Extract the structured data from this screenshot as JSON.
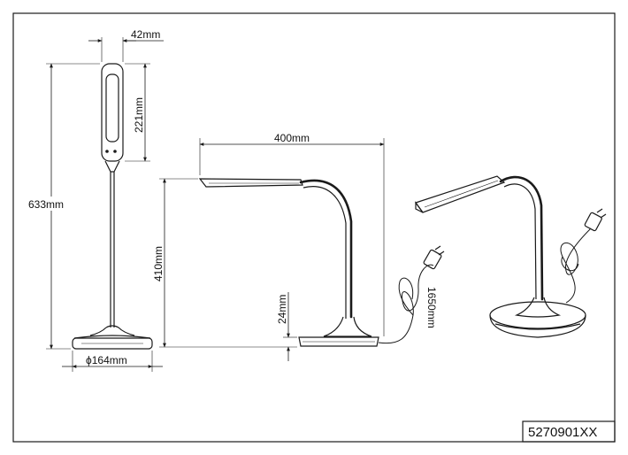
{
  "dimensions": {
    "head_width": "42mm",
    "head_height": "221mm",
    "total_height": "633mm",
    "base_diameter": "ϕ164mm",
    "reach": "400mm",
    "side_height": "410mm",
    "base_height": "24mm",
    "cable_length": "1650mm"
  },
  "product_code": "5270901XX"
}
